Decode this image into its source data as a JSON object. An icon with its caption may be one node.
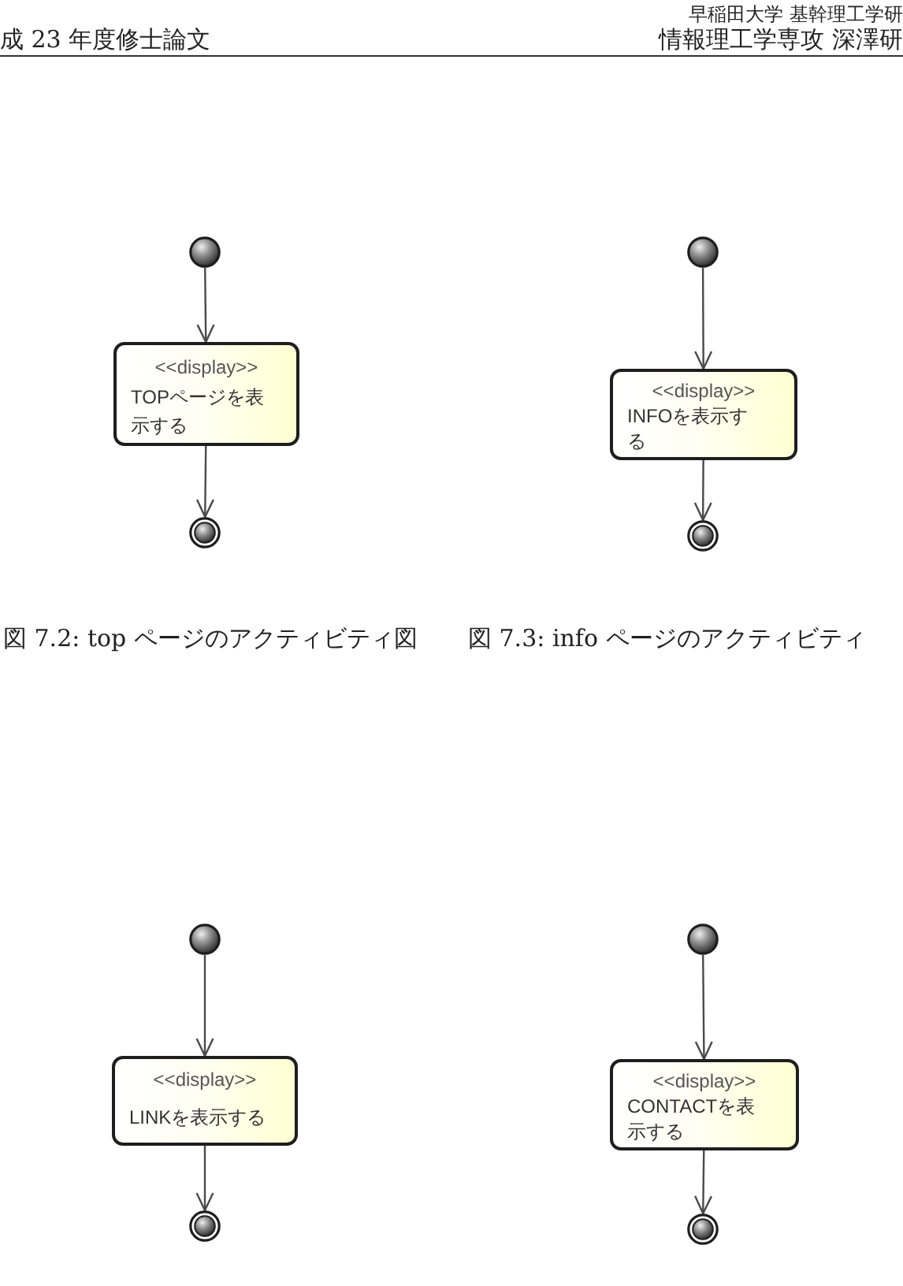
{
  "diagram": {
    "nodes": [
      {
        "text": [],
        "shape": "circle"
      },
      {
        "text": [
          "<<display>>",
          "TOPページを表示する"
        ]
      },
      {
        "text": [],
        "shape": "bullseye"
      },
      {
        "text": [],
        "shape": "circle"
      },
      {
        "text": [
          "<<display>>",
          "INFOを表示する"
        ]
      },
      {
        "text": [],
        "shape": "bullseye"
      },
      {
        "text": [],
        "shape": "circle"
      },
      {
        "text": [
          "<<display>>",
          "LINKを表示する"
        ]
      },
      {
        "text": [],
        "shape": "bullseye"
      },
      {
        "text": [],
        "shape": "circle"
      },
      {
        "text": [
          "<<display>>",
          "CONTACTを表示する"
        ]
      },
      {
        "text": [],
        "shape": "bullseye"
      }
    ],
    "edges": [
      {
        "from": 0,
        "to": 1,
        "arrow": "to"
      },
      {
        "from": 1,
        "to": 2,
        "arrow": "to"
      },
      {
        "from": 3,
        "to": 4,
        "arrow": "to"
      },
      {
        "from": 4,
        "to": 5,
        "arrow": "to"
      },
      {
        "from": 6,
        "to": 7,
        "arrow": "to"
      },
      {
        "from": 7,
        "to": 8,
        "arrow": "to"
      },
      {
        "from": 9,
        "to": 10,
        "arrow": "to"
      },
      {
        "from": 10,
        "to": 11,
        "arrow": "to"
      }
    ],
    "labels": [
      "早稲田大学 基幹理工学研",
      "成 23 年度修士論文",
      "情報理工学専攻 深澤研",
      "図 7.2: top ページのアクティビティ図",
      "図 7.3: info ページのアクティビティ"
    ]
  }
}
